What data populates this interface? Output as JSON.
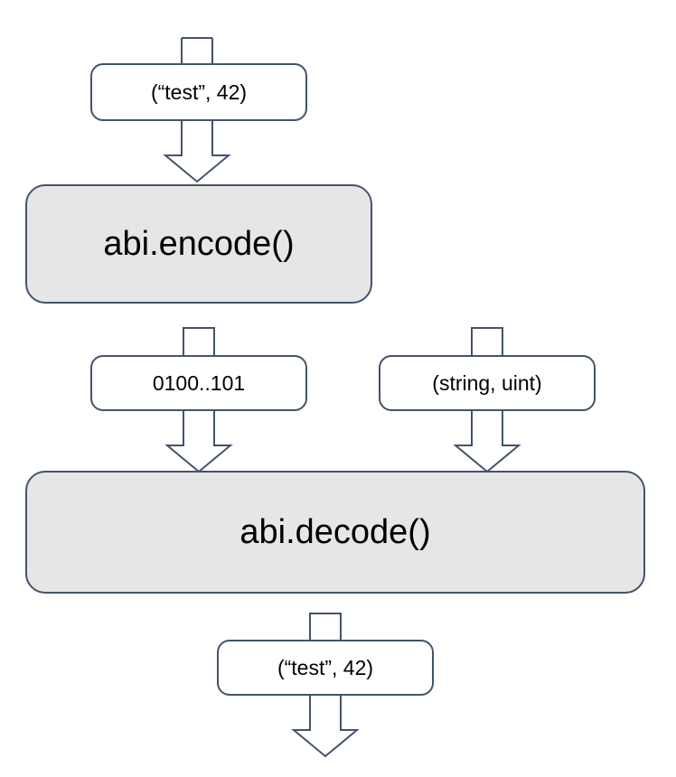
{
  "diagram": {
    "title": "abi encode decode flow",
    "colors": {
      "border": "#44536b",
      "process_fill": "#e6e6e6",
      "value_fill": "#ffffff",
      "background": "#ffffff",
      "text": "#000000"
    },
    "nodes": [
      {
        "id": "input-tuple-top",
        "kind": "value",
        "label": "(“test”, 42)"
      },
      {
        "id": "abi-encode",
        "kind": "process",
        "label": "abi.encode()"
      },
      {
        "id": "encoded-bytes",
        "kind": "value",
        "label": "0100..101"
      },
      {
        "id": "type-tuple",
        "kind": "value",
        "label": "(string, uint)"
      },
      {
        "id": "abi-decode",
        "kind": "process",
        "label": "abi.decode()"
      },
      {
        "id": "output-tuple-bottom",
        "kind": "value",
        "label": "(“test”, 42)"
      }
    ],
    "connectors": [
      {
        "id": "stem-into-input-top",
        "kind": "stem",
        "from": "",
        "to": "input-tuple-top"
      },
      {
        "id": "arrow-input-to-encode",
        "kind": "arrow",
        "from": "input-tuple-top",
        "to": "abi-encode"
      },
      {
        "id": "stem-into-encoded-bytes",
        "kind": "stem",
        "from": "abi-encode",
        "to": "encoded-bytes"
      },
      {
        "id": "arrow-encoded-to-decode",
        "kind": "arrow",
        "from": "encoded-bytes",
        "to": "abi-decode"
      },
      {
        "id": "stem-into-type-tuple",
        "kind": "stem",
        "from": "",
        "to": "type-tuple"
      },
      {
        "id": "arrow-types-to-decode",
        "kind": "arrow",
        "from": "type-tuple",
        "to": "abi-decode"
      },
      {
        "id": "stem-into-output-bottom",
        "kind": "stem",
        "from": "abi-decode",
        "to": "output-tuple-bottom"
      },
      {
        "id": "arrow-output-exit",
        "kind": "arrow",
        "from": "output-tuple-bottom",
        "to": ""
      }
    ]
  }
}
